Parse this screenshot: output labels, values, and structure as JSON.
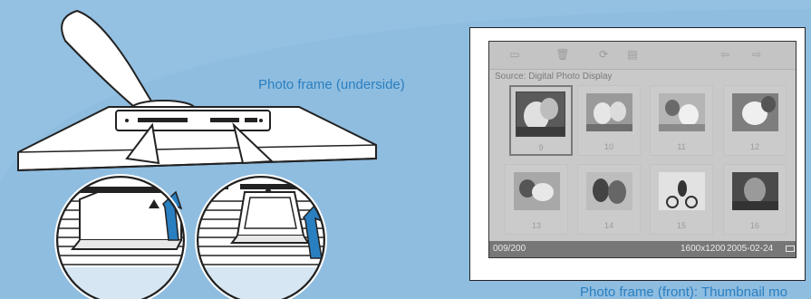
{
  "labels": {
    "underside": "Photo frame (underside)",
    "front": "Photo frame (front): Thumbnail mo"
  },
  "screen": {
    "source": "Source: Digital Photo Display",
    "toolbar_icons": [
      "copy-icon",
      "trash-icon",
      "rotate-icon",
      "document-icon",
      "arrow-left-icon",
      "arrow-right-icon"
    ],
    "thumbnails": [
      {
        "number": "9",
        "selected": true
      },
      {
        "number": "10",
        "selected": false
      },
      {
        "number": "11",
        "selected": false
      },
      {
        "number": "12",
        "selected": false
      },
      {
        "number": "13",
        "selected": false
      },
      {
        "number": "14",
        "selected": false
      },
      {
        "number": "15",
        "selected": false
      },
      {
        "number": "16",
        "selected": false
      }
    ],
    "status": {
      "count": "009/200",
      "resolution": "1600x1200",
      "date": "2005-02-24"
    }
  },
  "colors": {
    "background": "#8fbde0",
    "label": "#2a7fc0",
    "arrow": "#2a7fc0"
  }
}
